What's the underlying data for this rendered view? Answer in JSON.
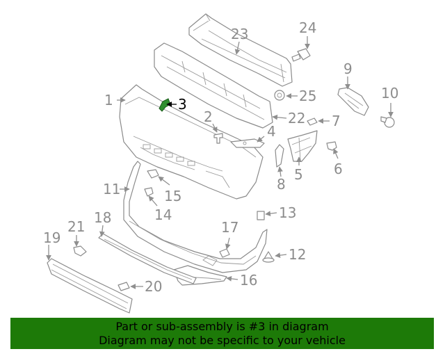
{
  "diagram": {
    "highlight_part": "3",
    "callouts": [
      "1",
      "2",
      "3",
      "4",
      "5",
      "6",
      "7",
      "8",
      "9",
      "10",
      "11",
      "12",
      "13",
      "14",
      "15",
      "16",
      "17",
      "18",
      "19",
      "20",
      "21",
      "22",
      "23",
      "24",
      "25"
    ]
  },
  "banner": {
    "line1": "Part or sub-assembly is #3 in diagram",
    "line2": "Diagram may not be specific to your vehicle"
  },
  "colors": {
    "banner_bg": "#1d7a08",
    "highlight": "#2f8f2f",
    "line_art": "#8a8a8a"
  }
}
